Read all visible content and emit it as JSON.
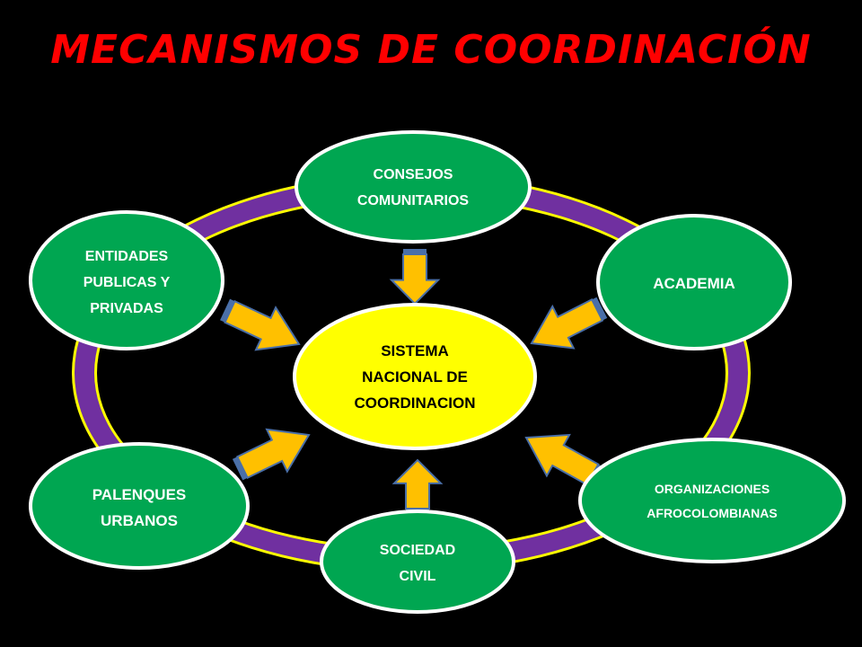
{
  "slide": {
    "title": "MECANISMOS DE COORDINACIÓN"
  },
  "colors": {
    "background": "#000000",
    "title": "#ff0000",
    "ring": "#7030a0",
    "ring_outline": "#ffff00",
    "node_fill": "#00a651",
    "node_text": "#ffffff",
    "center_fill": "#ffff00",
    "center_text": "#000000",
    "arrow_fill": "#ffc000",
    "arrow_shaft_side": "#4a6fa8"
  },
  "diagram": {
    "center": {
      "lines": [
        "SISTEMA",
        "NACIONAL DE",
        "COORDINACION"
      ]
    },
    "nodes": [
      {
        "id": "consejos",
        "lines": [
          "CONSEJOS",
          "COMUNITARIOS"
        ]
      },
      {
        "id": "academia",
        "lines": [
          "ACADEMIA"
        ]
      },
      {
        "id": "organizaciones",
        "lines": [
          "ORGANIZACIONES",
          "AFROCOLOMBIANAS"
        ]
      },
      {
        "id": "sociedad",
        "lines": [
          "SOCIEDAD",
          "CIVIL"
        ]
      },
      {
        "id": "palenques",
        "lines": [
          "PALENQUES",
          "URBANOS"
        ]
      },
      {
        "id": "entidades",
        "lines": [
          "ENTIDADES",
          "PUBLICAS Y",
          "PRIVADAS"
        ]
      }
    ],
    "arrows": [
      {
        "from": "consejos",
        "to": "center",
        "icon": "arrow-down-icon"
      },
      {
        "from": "academia",
        "to": "center",
        "icon": "arrow-down-left-icon"
      },
      {
        "from": "organizaciones",
        "to": "center",
        "icon": "arrow-up-left-icon"
      },
      {
        "from": "sociedad",
        "to": "center",
        "icon": "arrow-up-icon"
      },
      {
        "from": "palenques",
        "to": "center",
        "icon": "arrow-up-right-icon"
      },
      {
        "from": "entidades",
        "to": "center",
        "icon": "arrow-down-right-icon"
      }
    ]
  }
}
